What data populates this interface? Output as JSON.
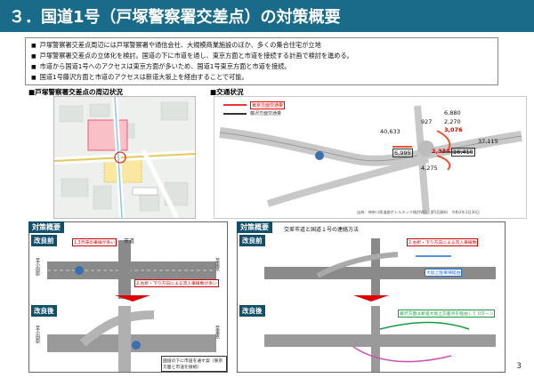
{
  "header": {
    "title": "３．国道1号（戸塚警察署交差点）の対策概要"
  },
  "bullets": [
    "戸塚警察署交差点周辺には戸塚警察署や通信会社、大規模商業施設のほか、多くの集合住宅が立地",
    "戸塚警察署交差点の立体化を検討。国道の下に市道を通し、東京方面と市道を接続する計画で検討を進める。",
    "市道から国道1号へのアクセスは東京方面が多いため、国道1号東京方面と市道を接続。",
    "国道1号藤沢方面と市道のアクセスは新道大坂上を経由することで可能。"
  ],
  "left_section": {
    "heading": "■戸塚警察署交差点の周辺状況"
  },
  "right_section": {
    "heading": "■交通状況",
    "legend": [
      "東京方面交通量",
      "藤沢方面交通量"
    ],
    "numbers": {
      "n1": "40,633",
      "n2": "37,115",
      "n3": "6,880",
      "n4": "2,270",
      "n5": "3,076",
      "n6": "4,275",
      "n7": "2,334",
      "n8": "16,410",
      "n9": "6,995",
      "n10": "927"
    },
    "source": "出典：神奈川県道路ボトルネック検討WG　第5回資料　令和2年3月30日"
  },
  "panels": {
    "p1": {
      "tag": "対策概要",
      "before": "改良前",
      "after": "改良後",
      "note1": "1.3渋滞の車線が多い",
      "note2": "2.右折・下り方向による流入車線数が多い",
      "caption": "国道の下に市道を通す案（東京方面と市道を接続）",
      "road_label": "市道",
      "dir_left": "至小田原",
      "dir_right": "至東京"
    },
    "p2": {
      "tag": "対策概要",
      "title": "交差市道と国道１号の連絡方法",
      "before": "改良前",
      "after": "改良後",
      "note1": "2.右折・下り方向による流入車線数",
      "note2": "大坂上駐車場経由",
      "note3": "藤沢方面は新道大坂上交差点を経由して Uターン"
    }
  },
  "page_number": "3",
  "colors": {
    "title_bg": "#1a6a8a",
    "tag_bg": "#124f6b",
    "accent_red": "#d00"
  }
}
